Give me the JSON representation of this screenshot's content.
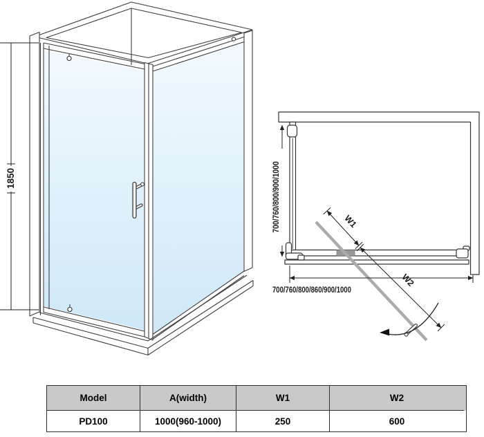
{
  "diagram": {
    "front_view": {
      "height_dim": "1850"
    },
    "plan_view": {
      "depth_options": "700/760/800/900/1000",
      "width_options": "700/760/800/860/900/1000",
      "w1": "W1",
      "w2": "W2"
    }
  },
  "spec_table": {
    "headers": [
      "Model",
      "A(width)",
      "W1",
      "W2"
    ],
    "row": [
      "PD100",
      "1000(960-1000)",
      "250",
      "600"
    ]
  },
  "colors": {
    "glass_top": "#f2f9fd",
    "glass_bottom": "#cfe8f7",
    "line": "#3d3d3d",
    "door_gray": "#a9abad",
    "table_header_bg": "#c9c9c9"
  }
}
